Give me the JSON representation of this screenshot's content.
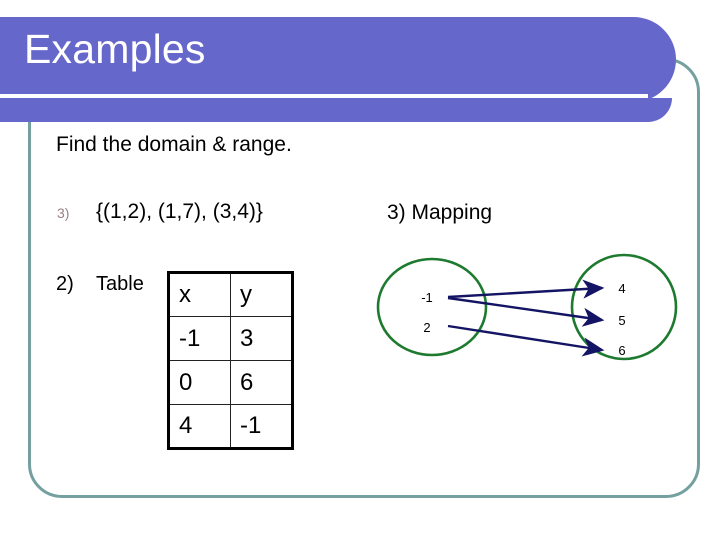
{
  "slide": {
    "title": "Examples",
    "colors": {
      "banner_purple": "#6667ca",
      "frame_teal": "#74a0a0",
      "bullet_mauve": "#9b7f84",
      "oval_green": "#1d7a2e",
      "arrow_navy": "#141464",
      "text_black": "#000000",
      "background": "#ffffff"
    }
  },
  "content": {
    "prompt": "Find the domain & range.",
    "item_set": {
      "marker": "3)",
      "text": "{(1,2), (1,7), (3,4)}"
    },
    "item_table": {
      "marker": "2)",
      "label": "Table"
    },
    "item_mapping": {
      "heading": "3) Mapping"
    }
  },
  "table": {
    "headers": [
      "x",
      "y"
    ],
    "rows": [
      [
        "-1",
        "3"
      ],
      [
        "0",
        "6"
      ],
      [
        "4",
        "-1"
      ]
    ]
  },
  "mapping": {
    "domain": [
      "-1",
      "2"
    ],
    "range": [
      "4",
      "5",
      "6"
    ],
    "arrows": [
      {
        "from": "-1",
        "to": "4"
      },
      {
        "from": "-1",
        "to": "5"
      },
      {
        "from": "2",
        "to": "6"
      }
    ]
  }
}
